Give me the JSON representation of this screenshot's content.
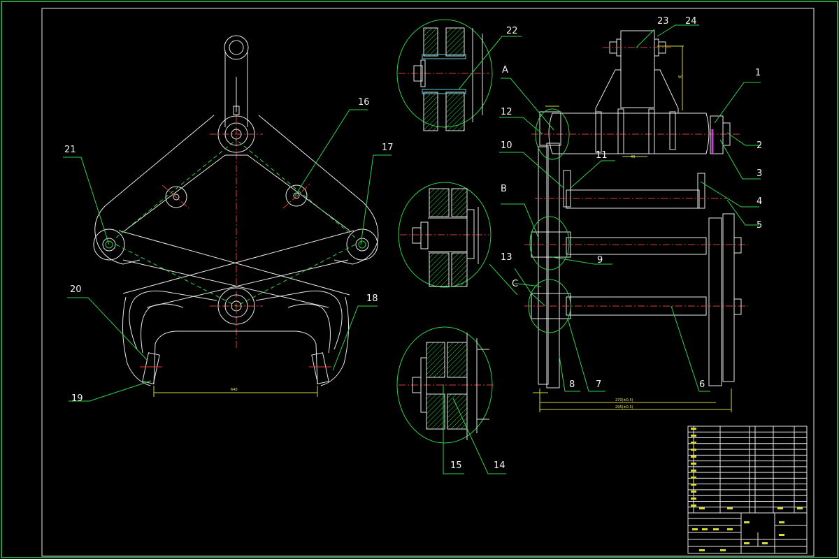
{
  "part_labels": [
    "1",
    "2",
    "3",
    "4",
    "5",
    "6",
    "7",
    "8",
    "9",
    "10",
    "11",
    "12",
    "13",
    "14",
    "15",
    "16",
    "17",
    "18",
    "19",
    "20",
    "21",
    "22",
    "23",
    "24"
  ],
  "view_letters": [
    "A",
    "B",
    "C"
  ],
  "colors": {
    "background": "#000000",
    "border": "#2fd24a",
    "outline": "#e9e9e9",
    "centerline": "#e03a3a",
    "leader": "#2fd24a",
    "dimension": "#d9d93a"
  }
}
